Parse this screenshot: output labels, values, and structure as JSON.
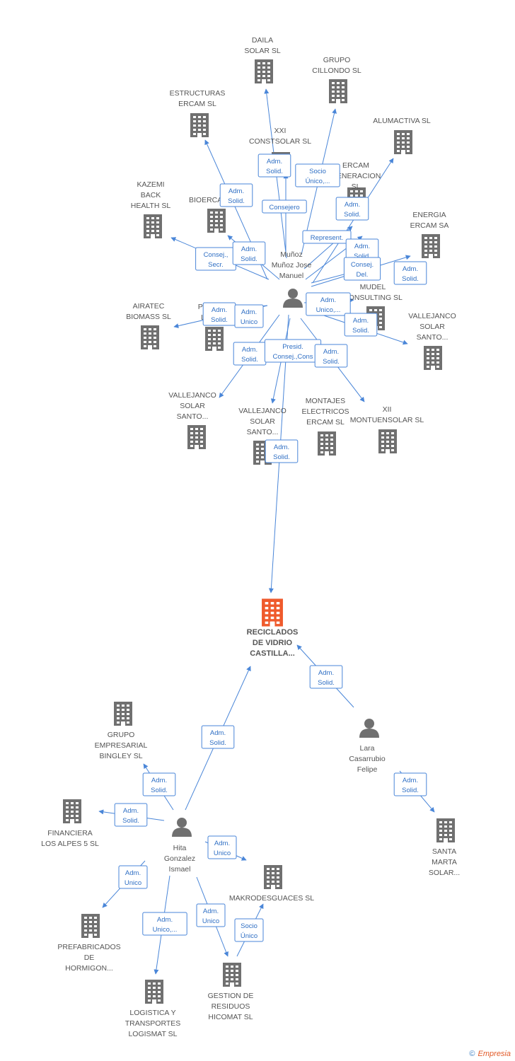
{
  "colors": {
    "edge": "#4a86d8",
    "building": "#707070",
    "main_building": "#ef5a2c",
    "person": "#707070"
  },
  "footer": {
    "copyright": "©",
    "brand_e": "E",
    "brand_rest": "mpresia"
  },
  "nodes": [
    {
      "id": "main",
      "type": "company",
      "main": true,
      "lines": [
        "RECICLADOS",
        "DE VIDRIO",
        "CASTILLA..."
      ]
    },
    {
      "id": "p_munoz",
      "type": "person",
      "lines": [
        "Muñoz",
        "Muñoz Jose",
        "Manuel"
      ]
    },
    {
      "id": "p_lara",
      "type": "person",
      "lines": [
        "Lara",
        "Casarrubio",
        "Felipe"
      ]
    },
    {
      "id": "p_hita",
      "type": "person",
      "lines": [
        "Hita",
        "Gonzalez",
        "Ismael"
      ]
    },
    {
      "id": "daila",
      "type": "company",
      "lines": [
        "DAILA",
        "SOLAR SL"
      ]
    },
    {
      "id": "cillondo",
      "type": "company",
      "lines": [
        "GRUPO",
        "CILLONDO  SL"
      ]
    },
    {
      "id": "ercam_estr",
      "type": "company",
      "lines": [
        "ESTRUCTURAS",
        "ERCAM SL"
      ]
    },
    {
      "id": "alumactiva",
      "type": "company",
      "lines": [
        "ALUMACTIVA SL"
      ]
    },
    {
      "id": "xxi",
      "type": "company",
      "lines": [
        "XXI",
        "CONSTSOLAR SL"
      ]
    },
    {
      "id": "ercam_gen",
      "type": "company",
      "lines": [
        "ERCAM",
        "GENERACION",
        "SL"
      ]
    },
    {
      "id": "kazemi",
      "type": "company",
      "lines": [
        "KAZEMI",
        "BACK",
        "HEALTH SL"
      ]
    },
    {
      "id": "bioercam",
      "type": "company",
      "lines": [
        "BIOERCAM"
      ]
    },
    {
      "id": "energia",
      "type": "company",
      "lines": [
        "ENERGIA",
        "ERCAM SA"
      ]
    },
    {
      "id": "mudel",
      "type": "company",
      "lines": [
        "MUDEL",
        "CONSULTING  SL"
      ]
    },
    {
      "id": "airatec",
      "type": "company",
      "lines": [
        "AIRATEC",
        "BIOMASS SL"
      ]
    },
    {
      "id": "pr",
      "type": "company",
      "lines": [
        "PR",
        "L"
      ]
    },
    {
      "id": "vall_r",
      "type": "company",
      "lines": [
        "VALLEJANCO",
        "SOLAR",
        "SANTO..."
      ]
    },
    {
      "id": "vall_l",
      "type": "company",
      "lines": [
        "VALLEJANCO",
        "SOLAR",
        "SANTO..."
      ]
    },
    {
      "id": "vall_m",
      "type": "company",
      "lines": [
        "VALLEJANCO",
        "SOLAR",
        "SANTO..."
      ]
    },
    {
      "id": "montajes",
      "type": "company",
      "lines": [
        "MONTAJES",
        "ELECTRICOS",
        "ERCAM SL"
      ]
    },
    {
      "id": "xii",
      "type": "company",
      "lines": [
        "XII",
        "MONTUENSOLAR SL"
      ]
    },
    {
      "id": "bingley",
      "type": "company",
      "lines": [
        "GRUPO",
        "EMPRESARIAL",
        "BINGLEY SL"
      ]
    },
    {
      "id": "alpes",
      "type": "company",
      "lines": [
        "FINANCIERA",
        "LOS ALPES 5 SL"
      ]
    },
    {
      "id": "santamarta",
      "type": "company",
      "lines": [
        "SANTA",
        "MARTA",
        "SOLAR..."
      ]
    },
    {
      "id": "makro",
      "type": "company",
      "lines": [
        "MAKRODESGUACES SL"
      ]
    },
    {
      "id": "prefab",
      "type": "company",
      "lines": [
        "PREFABRICADOS",
        "DE",
        "HORMIGON..."
      ]
    },
    {
      "id": "logismat",
      "type": "company",
      "lines": [
        "LOGISTICA Y",
        "TRANSPORTES",
        "LOGISMAT SL"
      ]
    },
    {
      "id": "hicomat",
      "type": "company",
      "lines": [
        "GESTION DE",
        "RESIDUOS",
        "HICOMAT  SL"
      ]
    }
  ],
  "edges": [
    {
      "from": "p_munoz",
      "to": "daila",
      "label": [
        "Adm.",
        "Solid."
      ]
    },
    {
      "from": "p_munoz",
      "to": "cillondo",
      "label": [
        "Socio",
        "Único,..."
      ]
    },
    {
      "from": "p_munoz",
      "to": "ercam_estr",
      "label": [
        "Adm.",
        "Solid."
      ]
    },
    {
      "from": "p_munoz",
      "to": "alumactiva",
      "label": [
        "Adm.",
        "Solid."
      ]
    },
    {
      "from": "p_munoz",
      "to": "xxi",
      "label": [
        "Consejero"
      ]
    },
    {
      "from": "p_munoz",
      "to": "ercam_gen",
      "label": [
        "Represent."
      ]
    },
    {
      "from": "p_munoz",
      "to": "kazemi",
      "label": [
        "Consej.,",
        "Secr."
      ]
    },
    {
      "from": "p_munoz",
      "to": "bioercam",
      "label": [
        "Adm.",
        "Solid."
      ]
    },
    {
      "from": "p_munoz",
      "to": "energia",
      "label": [
        "Adm.",
        "Solid."
      ]
    },
    {
      "from": "p_munoz",
      "to": "mudel",
      "label": [
        "Adm.",
        "Solid."
      ]
    },
    {
      "from": "p_munoz",
      "to": "energia_b",
      "label": [
        "Consej.",
        "Del."
      ]
    },
    {
      "from": "p_munoz",
      "to": "airatec",
      "label": [
        "Adm.",
        "Solid."
      ]
    },
    {
      "from": "p_munoz",
      "to": "pr",
      "label": [
        "Adm.",
        "Unico"
      ]
    },
    {
      "from": "p_munoz",
      "to": "mudel_b",
      "label": [
        "Adm.",
        "Unico,..."
      ]
    },
    {
      "from": "p_munoz",
      "to": "vall_r",
      "label": [
        "Adm.",
        "Solid."
      ]
    },
    {
      "from": "p_munoz",
      "to": "vall_l",
      "label": [
        "Adm.",
        "Solid."
      ]
    },
    {
      "from": "p_munoz",
      "to": "vall_m",
      "label": [
        "Presid.",
        "Consej.,Cons"
      ]
    },
    {
      "from": "p_munoz",
      "to": "xii",
      "label": [
        "Adm.",
        "Solid."
      ]
    },
    {
      "from": "p_munoz",
      "to": "main",
      "label": [
        "Adm.",
        "Solid."
      ]
    },
    {
      "from": "p_lara",
      "to": "main",
      "label": [
        "Adm.",
        "Solid."
      ]
    },
    {
      "from": "p_lara",
      "to": "santamarta",
      "label": [
        "Adm.",
        "Solid."
      ]
    },
    {
      "from": "p_hita",
      "to": "main",
      "label": [
        "Adm.",
        "Solid."
      ]
    },
    {
      "from": "p_hita",
      "to": "bingley",
      "label": [
        "Adm.",
        "Solid."
      ]
    },
    {
      "from": "p_hita",
      "to": "alpes",
      "label": [
        "Adm.",
        "Solid."
      ]
    },
    {
      "from": "p_hita",
      "to": "makro",
      "label": [
        "Adm.",
        "Unico"
      ]
    },
    {
      "from": "p_hita",
      "to": "prefab",
      "label": [
        "Adm.",
        "Unico"
      ]
    },
    {
      "from": "p_hita",
      "to": "logismat",
      "label": [
        "Adm.",
        "Unico,..."
      ]
    },
    {
      "from": "p_hita",
      "to": "hicomat",
      "label": [
        "Adm.",
        "Unico"
      ]
    },
    {
      "from": "hicomat",
      "to": "makro",
      "label": [
        "Socio",
        "Único"
      ]
    }
  ]
}
